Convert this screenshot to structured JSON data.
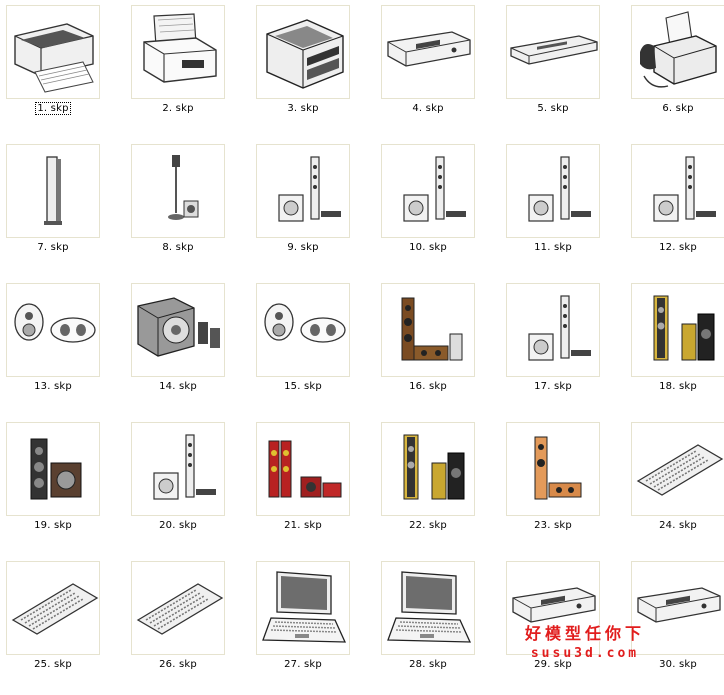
{
  "files": [
    {
      "label": "1. skp",
      "icon": "inkjet-printer-icon",
      "selected": true
    },
    {
      "label": "2. skp",
      "icon": "desk-printer-icon"
    },
    {
      "label": "3. skp",
      "icon": "laser-printer-icon"
    },
    {
      "label": "4. skp",
      "icon": "dvd-player-icon"
    },
    {
      "label": "5. skp",
      "icon": "slim-dvd-player-icon"
    },
    {
      "label": "6. skp",
      "icon": "fax-machine-icon"
    },
    {
      "label": "7. skp",
      "icon": "tower-speaker-icon"
    },
    {
      "label": "8. skp",
      "icon": "stand-speaker-icon"
    },
    {
      "label": "9. skp",
      "icon": "speaker-set-icon"
    },
    {
      "label": "10. skp",
      "icon": "speaker-set-icon"
    },
    {
      "label": "11. skp",
      "icon": "speaker-set-icon"
    },
    {
      "label": "12. skp",
      "icon": "speaker-set-icon"
    },
    {
      "label": "13. skp",
      "icon": "round-speakers-icon"
    },
    {
      "label": "14. skp",
      "icon": "subwoofer-icon"
    },
    {
      "label": "15. skp",
      "icon": "round-speakers-icon"
    },
    {
      "label": "16. skp",
      "icon": "wood-speakers-icon"
    },
    {
      "label": "17. skp",
      "icon": "speaker-set-icon"
    },
    {
      "label": "18. skp",
      "icon": "gold-speakers-icon"
    },
    {
      "label": "19. skp",
      "icon": "dark-speakers-icon"
    },
    {
      "label": "20. skp",
      "icon": "speaker-set-icon"
    },
    {
      "label": "21. skp",
      "icon": "red-speakers-icon"
    },
    {
      "label": "22. skp",
      "icon": "gold-speakers-icon"
    },
    {
      "label": "23. skp",
      "icon": "orange-speakers-icon"
    },
    {
      "label": "24. skp",
      "icon": "keyboard-icon"
    },
    {
      "label": "25. skp",
      "icon": "keyboard-icon"
    },
    {
      "label": "26. skp",
      "icon": "keyboard-icon"
    },
    {
      "label": "27. skp",
      "icon": "laptop-icon"
    },
    {
      "label": "28. skp",
      "icon": "laptop-icon"
    },
    {
      "label": "29. skp",
      "icon": "dvd-player-icon"
    },
    {
      "label": "30. skp",
      "icon": "dvd-player-icon"
    }
  ],
  "watermark": {
    "line1": "好模型任你下",
    "line2": "susu3d.com"
  },
  "colors": {
    "thumb_border": "#e6e3cf",
    "watermark": "#e11d1d"
  }
}
